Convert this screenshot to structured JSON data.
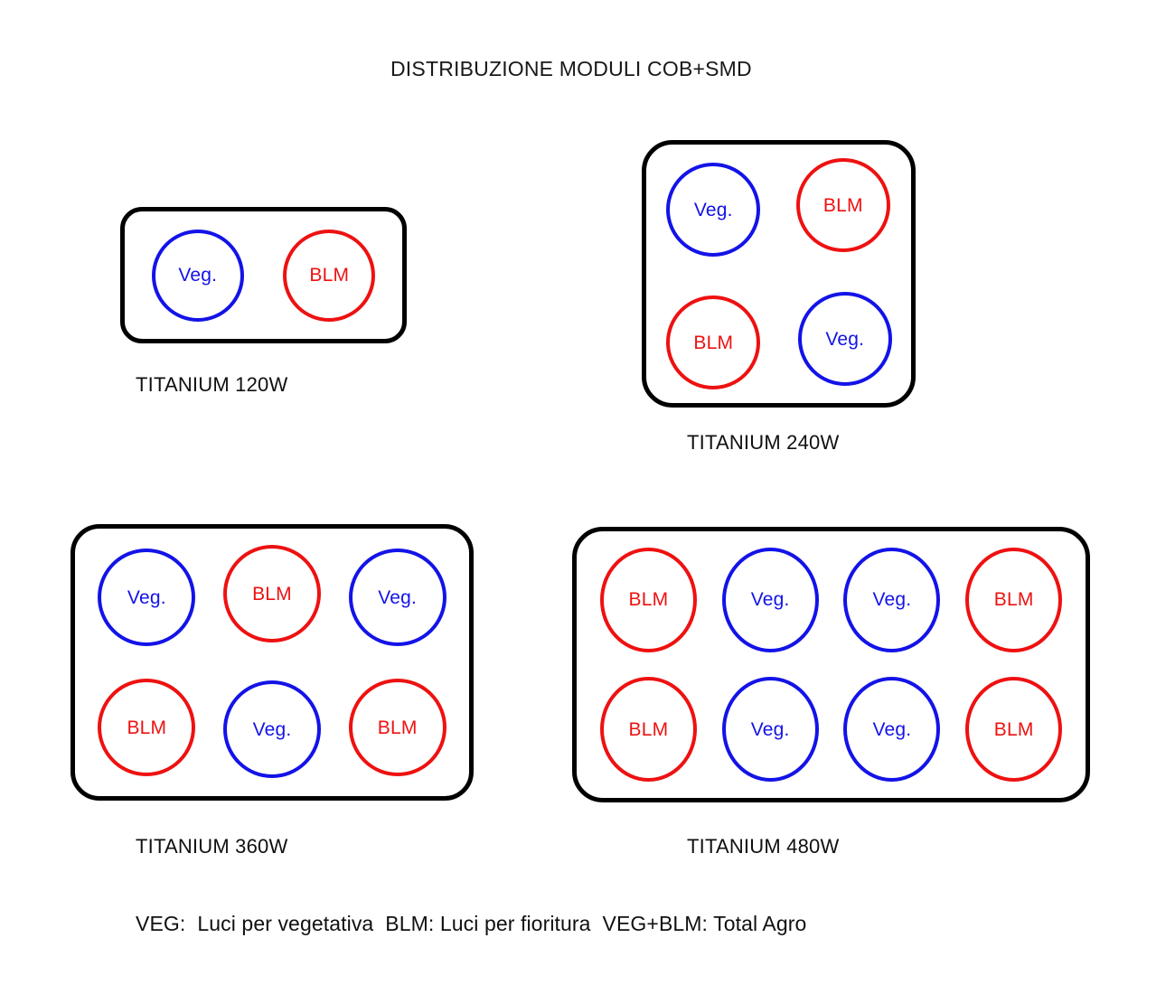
{
  "title": "DISTRIBUZIONE MODULI COB+SMD",
  "colors": {
    "veg": "#1313E8",
    "blm": "#EE1111",
    "panel_border": "#000000",
    "text": "#101010",
    "background": "#FFFFFF"
  },
  "module_types": {
    "veg": {
      "label": "Veg.",
      "code": "VEG"
    },
    "blm": {
      "label": "BLM",
      "code": "BLM"
    }
  },
  "panels": [
    {
      "id": "panel-120",
      "caption": "TITANIUM 120W",
      "columns": 2,
      "rows": 1,
      "modules": [
        {
          "type": "veg",
          "label": "Veg."
        },
        {
          "type": "blm",
          "label": "BLM"
        }
      ]
    },
    {
      "id": "panel-240",
      "caption": "TITANIUM 240W",
      "columns": 2,
      "rows": 2,
      "modules": [
        {
          "type": "veg",
          "label": "Veg."
        },
        {
          "type": "blm",
          "label": "BLM"
        },
        {
          "type": "blm",
          "label": "BLM"
        },
        {
          "type": "veg",
          "label": "Veg."
        }
      ]
    },
    {
      "id": "panel-360",
      "caption": "TITANIUM 360W",
      "columns": 3,
      "rows": 2,
      "modules": [
        {
          "type": "veg",
          "label": "Veg."
        },
        {
          "type": "blm",
          "label": "BLM"
        },
        {
          "type": "veg",
          "label": "Veg."
        },
        {
          "type": "blm",
          "label": "BLM"
        },
        {
          "type": "veg",
          "label": "Veg."
        },
        {
          "type": "blm",
          "label": "BLM"
        }
      ]
    },
    {
      "id": "panel-480",
      "caption": "TITANIUM 480W",
      "columns": 4,
      "rows": 2,
      "modules": [
        {
          "type": "blm",
          "label": "BLM"
        },
        {
          "type": "veg",
          "label": "Veg."
        },
        {
          "type": "veg",
          "label": "Veg."
        },
        {
          "type": "blm",
          "label": "BLM"
        },
        {
          "type": "blm",
          "label": "BLM"
        },
        {
          "type": "veg",
          "label": "Veg."
        },
        {
          "type": "veg",
          "label": "Veg."
        },
        {
          "type": "blm",
          "label": "BLM"
        }
      ]
    }
  ],
  "legend": {
    "text": "VEG:  Luci per vegetativa  BLM: Luci per fioritura  VEG+BLM: Total Agro",
    "entries": [
      {
        "code": "VEG:",
        "description": "Luci per vegetativa"
      },
      {
        "code": "BLM:",
        "description": "Luci per fioritura"
      },
      {
        "code": "VEG+BLM:",
        "description": "Total Agro"
      }
    ]
  }
}
